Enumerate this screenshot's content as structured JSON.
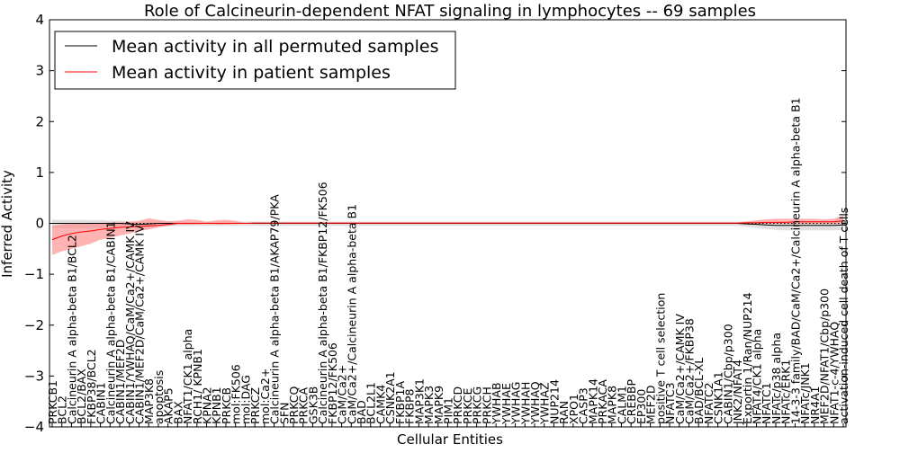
{
  "chart_data": {
    "type": "line",
    "title": "Role of Calcineurin-dependent NFAT signaling in lymphocytes -- 69 samples",
    "xlabel": "Cellular Entities",
    "ylabel": "Inferred Activity",
    "ylim": [
      -4,
      4
    ],
    "yticks": [
      -4,
      -3,
      -2,
      -1,
      0,
      1,
      2,
      3,
      4
    ],
    "legend_position": "top-left",
    "categories": [
      "PRKCB1",
      "BCL2",
      "Calcineurin A alpha-beta B1/BCL2",
      "BCL2/BAX",
      "FKBP38/BCL2",
      "CABIN1",
      "Calcineurin A alpha-beta B1/CABIN1",
      "CABIN1/MEF2D",
      "CABIN1/YWHAQ/CaM/Ca2+/CAMK IV",
      "CABIN1/MEF2D/CaM/Ca2+/CAMK IV",
      "MAP3K8",
      "apoptosis",
      "AKAP5",
      "BAX",
      "NFAT1/CK1 alpha",
      "RCH1/ KPNB1",
      "KPNA2",
      "KPNB1",
      "PRKCB",
      "mol:FK506",
      "mol:DAG",
      "PRKCZ",
      "mol:Ca2+",
      "Calcineurin A alpha-beta B1/AKAP79/PKA",
      "SFN",
      "PRKCQ",
      "PRKCA",
      "GSK3B",
      "Calcineurin A alpha-beta B1/FKBP12/FK506",
      "FKBP12/FK506",
      "CaM/Ca2+",
      "CaM/Ca2+/Calcineurin A alpha-beta B1",
      "BAD",
      "BCL2L1",
      "CAMK4",
      "CSNK2A1",
      "FKBP1A",
      "FKBP8",
      "MAP3K1",
      "MAPK3",
      "MAPK9",
      "PIM1",
      "PRKCD",
      "PRKCE",
      "PRKCG",
      "PRKCH",
      "YWHAB",
      "YWHAE",
      "YWHAG",
      "YWHAH",
      "YWHAQ",
      "YWHAZ",
      "NUP214",
      "RAN",
      "XPO1",
      "CASP3",
      "MAPK14",
      "PRKACA",
      "MAPK8",
      "CALM1",
      "CREBBP",
      "EP300",
      "MEF2D",
      "positive T cell selection",
      "NFATC3",
      "CaM/Ca2+/CAMK IV",
      "CaM/Ca2+/FKBP38",
      "BAD/BCL-XL",
      "NFATC2",
      "CSNK1A1",
      "CABIN1/Cbp/p300",
      "JNK2/NFAT4",
      "Exportin 1/Ran/NUP214",
      "NFAT4/CK1 alpha",
      "NFATC1",
      "NFATc/p38 alpha",
      "NFATc/ERK1",
      "14-3-3 family/BAD/CaM/Ca2+/Calcineurin A alpha-beta B1",
      "NFATc/JNK1",
      "NR4A1",
      "MEF2D/NFAT1/Cbp/p300",
      "NFAT1-c-4/YWHAQ",
      "activation-induced cell death of T cells"
    ],
    "series": [
      {
        "name": "Mean activity in all permuted samples",
        "color": "#000000",
        "band_color": "#d3d3d3",
        "mean_head": [
          0,
          0,
          0,
          0,
          0,
          0,
          0,
          0,
          -0.01,
          -0.02,
          -0.01,
          0,
          0
        ],
        "mean_tail": [
          -0.01,
          -0.02,
          -0.03,
          -0.04,
          -0.04,
          -0.04,
          -0.04,
          -0.04,
          -0.04,
          -0.04,
          -0.03
        ],
        "band_head": [
          0.1,
          0.1,
          0.1,
          0.1,
          0.09,
          0.09,
          0.08,
          0.08,
          0.07,
          0.07,
          0.07,
          0.06,
          0.06
        ],
        "band_mid": 0.05,
        "band_tail": [
          0.06,
          0.07,
          0.08,
          0.09,
          0.1,
          0.1,
          0.1,
          0.1,
          0.1,
          0.1,
          0.1
        ]
      },
      {
        "name": "Mean activity in patient samples",
        "color": "#ff0000",
        "band_color": "#ff8080",
        "mean_head": [
          -0.32,
          -0.25,
          -0.2,
          -0.17,
          -0.15,
          -0.12,
          -0.1,
          -0.08,
          -0.07,
          -0.06,
          -0.05,
          -0.04,
          -0.02,
          0,
          0,
          0,
          0,
          0,
          0,
          0,
          0
        ],
        "lower_head": [
          -0.62,
          -0.55,
          -0.5,
          -0.45,
          -0.4,
          -0.32,
          -0.28,
          -0.24,
          -0.2,
          -0.15,
          -0.12,
          -0.08,
          -0.05,
          -0.02,
          -0.02,
          -0.02,
          -0.01,
          -0.02,
          -0.02,
          -0.01,
          0
        ],
        "upper_head": [
          -0.05,
          -0.02,
          0,
          0,
          0.01,
          0.01,
          0.02,
          0.02,
          0.03,
          0.05,
          0.1,
          0.07,
          0.04,
          0.05,
          0.08,
          0.07,
          0.03,
          0.06,
          0.07,
          0.05,
          0.01
        ],
        "mean_tail": [
          0.01,
          0.01,
          0.02,
          0.02,
          0.02,
          0.03,
          0.03,
          0.03,
          0.03,
          0.03,
          0.05
        ],
        "upper_tail": [
          0.04,
          0.06,
          0.08,
          0.09,
          0.09,
          0.09,
          0.09,
          0.09,
          0.08,
          0.09,
          0.15
        ],
        "lower_tail": [
          -0.01,
          -0.01,
          -0.01,
          -0.01,
          -0.01,
          -0.01,
          -0.01,
          -0.01,
          -0.01,
          -0.01,
          0
        ]
      }
    ]
  }
}
